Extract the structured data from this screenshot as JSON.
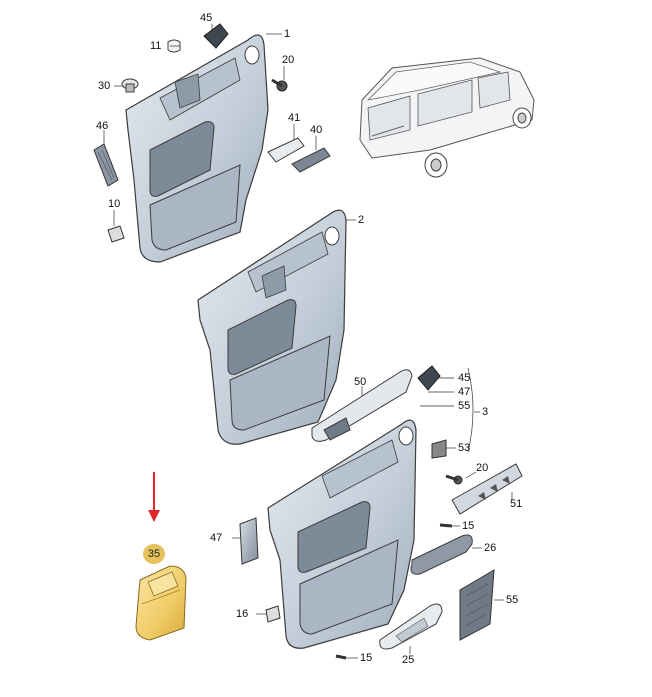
{
  "diagram": {
    "part_numbers": {
      "p1": "1",
      "p2": "2",
      "p3": "3",
      "p45a": "45",
      "p11": "11",
      "p20a": "20",
      "p30": "30",
      "p46": "46",
      "p41": "41",
      "p40": "40",
      "p10": "10",
      "p50": "50",
      "p45b": "45",
      "p47a": "47",
      "p55a": "55",
      "p53": "53",
      "p20b": "20",
      "p51": "51",
      "p15a": "15",
      "p26": "26",
      "p47b": "47",
      "p55b": "55",
      "p16": "16",
      "p15b": "15",
      "p25": "25",
      "p35": "35"
    },
    "highlight": {
      "part": "35",
      "arrow_color": "#e0262b",
      "badge_color": "#e7c25a",
      "part_color": "#f2d47a"
    },
    "colors": {
      "panel_fill": "#c9d3de",
      "panel_dark": "#8e9cab",
      "panel_light": "#e6ebf1",
      "outline": "#3c3c3c",
      "vehicle_fill": "#f2f3f5"
    }
  }
}
